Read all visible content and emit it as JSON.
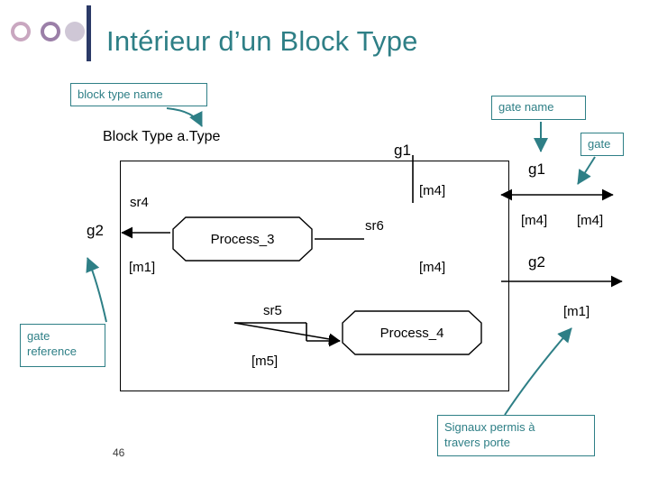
{
  "slide": {
    "title": "Intérieur d’un Block Type",
    "page_number": "46",
    "accent_color": "#2e7f86",
    "decor": {
      "ring1": "ring-outline-icon",
      "ring2": "ring-outline-icon",
      "dot": "filled-circle-icon",
      "bar": "vertical-bar-icon"
    }
  },
  "callouts": {
    "block_type_name": "block type name",
    "gate_name": "gate name",
    "gate": "gate",
    "gate_reference": "gate\nreference",
    "gate_reference_line1": "gate",
    "gate_reference_line2": "reference",
    "signals": "Signaux permis à\ntravers porte",
    "signals_line1": "Signaux permis à",
    "signals_line2": "travers porte"
  },
  "diagram": {
    "block_title": "Block Type a.Type",
    "processes": [
      {
        "name": "Process_3"
      },
      {
        "name": "Process_4"
      }
    ],
    "channels": [
      {
        "name": "sr4",
        "signal": "[m1]"
      },
      {
        "name": "sr6",
        "signal": "[m4]"
      },
      {
        "name": "sr5",
        "signal": "[m5]"
      }
    ],
    "gates": [
      {
        "name": "g2"
      },
      {
        "name": "g1"
      }
    ],
    "inner_labels": {
      "g1": "g1",
      "m4_top": "[m4]",
      "m4_bottom": "[m4]",
      "g2": "g2",
      "sr4": "sr4",
      "sr5": "sr5",
      "sr6": "sr6",
      "m1": "[m1]",
      "m5": "[m5]"
    },
    "right_panel": {
      "gate_name": "g1",
      "signal_left": "[m4]",
      "signal_right": "[m4]",
      "gate_ref": "g2",
      "signal_bottom": "[m1]"
    }
  },
  "chart_data": {
    "type": "diagram",
    "title": "Intérieur d’un Block Type",
    "nodes": [
      "Block Type a.Type",
      "Process_3",
      "Process_4",
      "g1",
      "g2",
      "sr4",
      "sr5",
      "sr6"
    ],
    "annotations": [
      "block type name",
      "gate name",
      "gate",
      "gate reference",
      "Signaux permis à travers porte"
    ]
  }
}
